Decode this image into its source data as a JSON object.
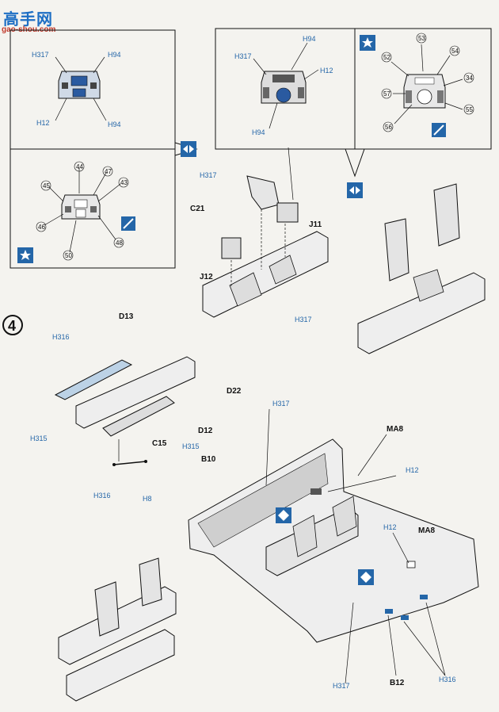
{
  "watermark": {
    "title": "高手网",
    "url": "gao-shou.com"
  },
  "step_number": "4",
  "panel_left": {
    "view1": {
      "callouts": [
        "H317",
        "H94",
        "H12",
        "H94"
      ]
    },
    "view2": {
      "callouts": [
        "44",
        "47",
        "43",
        "45",
        "46",
        "48",
        "50"
      ]
    }
  },
  "panel_mid": {
    "callouts": [
      "H317",
      "H94",
      "H12",
      "H94"
    ]
  },
  "panel_right": {
    "callouts": [
      "53",
      "52",
      "54",
      "34",
      "57",
      "55",
      "56"
    ]
  },
  "parts": {
    "C21": "C21",
    "J11": "J11",
    "J12": "J12",
    "H317_c21": "H317",
    "H317_tub": "H317",
    "D13": "D13",
    "D22": "D22",
    "D12": "D12",
    "C15": "C15",
    "H316_a": "H316",
    "H315_a": "H315",
    "H315_b": "H315",
    "H316_b": "H316",
    "H8": "H8",
    "B10": "B10",
    "MA8_top": "MA8",
    "MA8_bot": "MA8",
    "H317_fus": "H317",
    "H12_a": "H12",
    "H12_b": "H12",
    "B12": "B12",
    "H316_c": "H316",
    "H317_bot": "H317"
  },
  "colors": {
    "callout_blue": "#2466a8",
    "decal_blue": "#2466a8",
    "line": "#1a1a1a",
    "paper": "#f4f3ef"
  },
  "icons": [
    "star-icon",
    "swap-arrows-icon",
    "decal-icon",
    "diamond-icon"
  ]
}
